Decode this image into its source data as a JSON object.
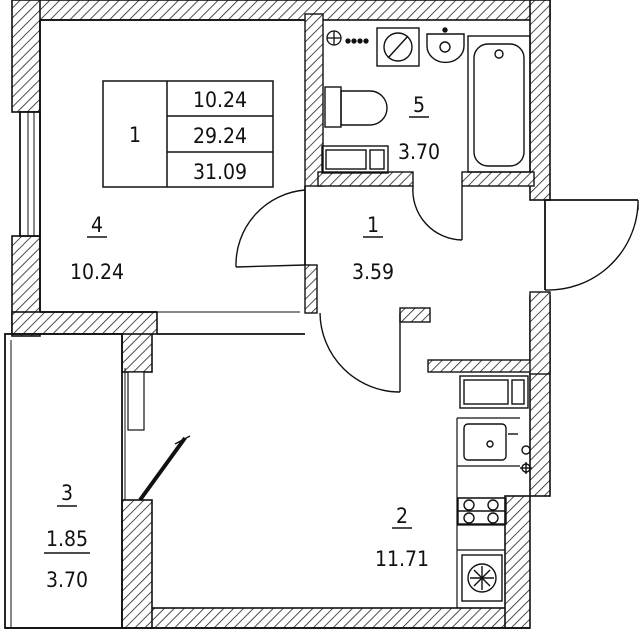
{
  "summary": {
    "rooms": "1",
    "living_area": "10.24",
    "total_area": "29.24",
    "total_with_balcony": "31.09"
  },
  "rooms": {
    "bedroom": {
      "number": "4",
      "area": "10.24"
    },
    "hall": {
      "number": "1",
      "area": "3.59"
    },
    "bathroom": {
      "number": "5",
      "area": "3.70"
    },
    "kitchen": {
      "number": "2",
      "area": "11.71"
    },
    "balcony": {
      "number": "3",
      "area": "1.85",
      "area_full": "3.70"
    }
  },
  "colors": {
    "wall_line": "#111111",
    "hatch": "#222222",
    "background": "#ffffff"
  },
  "icons": {
    "toilet": "toilet-icon",
    "sink": "sink-icon",
    "bathtub": "bathtub-icon",
    "stove": "stove-icon",
    "fridge": "fridge-icon",
    "kitchen_sink": "kitchen-sink-icon",
    "washing_machine": "washing-machine-icon",
    "boiler": "boiler-icon"
  }
}
